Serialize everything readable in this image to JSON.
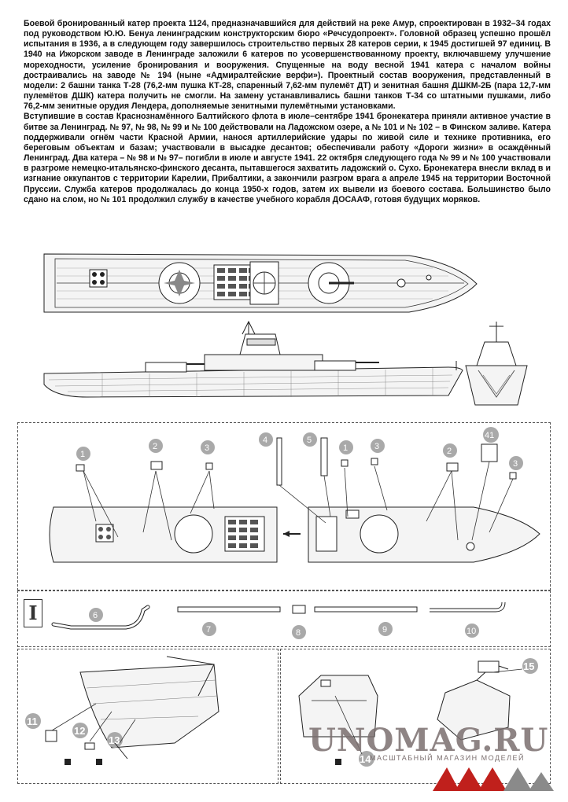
{
  "description_paragraphs": [
    "Боевой бронированный катер проекта 1124, предназначавшийся для действий на реке Амур, спроектирован в 1932–34 годах под руководством Ю.Ю. Бенуа ленинградским конструкторским бюро «Речсудопроект». Головной образец успешно прошёл испытания в 1936, а в следующем году завершилось строительство первых 28 катеров серии, к 1945 достигшей 97 единиц. В 1940 на Ижорском заводе в Ленинграде заложили 6 катеров по усовершенствованному проекту, включавшему улучшение мореходности, усиление бронирования и вооружения. Спущенные на воду весной 1941 катера с началом войны достраивались на заводе № 194 (ныне «Адмиралтейские верфи»). Проектный состав вооружения, представленный в модели: 2 башни танка Т-28 (76,2-мм пушка КТ-28, спаренный 7,62-мм пулемёт ДТ) и зенитная башня ДШКМ-2Б (пара 12,7-мм пулемётов ДШК) катера получить не смогли. На замену устанавливались башни танков Т-34 со штатными пушками, либо 76,2-мм зенитные орудия Лендера, дополняемые зенитными пулемётными установками.",
    "Вступившие в состав Краснознамённого Балтийского флота в июле–сентябре 1941 бронекатера приняли активное участие в битве за Ленинград. № 97, № 98, № 99 и № 100 действовали на Ладожском озере, а № 101 и № 102 – в Финском заливе. Катера поддерживали огнём части Красной Армии, нанося артиллерийские удары по живой силе и технике противника, его береговым объектам и базам; участвовали в высадке десантов; обеспечивали работу «Дороги жизни» в осаждённый Ленинград. Два катера – № 98 и № 97– погибли в июле и августе 1941. 22 октября следующего года № 99 и № 100 участвовали в разгроме немецко-итальянско-финского десанта, пытавшегося захватить ладожский о. Сухо. Бронекатера внесли вклад в и изгнание оккупантов с территории Карелии, Прибалтики, а закончили разгром врага а апреле 1945 на территории Восточной Пруссии. Служба катеров продолжалась до конца 1950-х годов, затем их вывели из боевого состава. Большинство было сдано на слом, но № 101 продолжил службу в качестве учебного корабля ДОСААФ, готовя будущих моряков."
  ],
  "step_roman": "I",
  "parts": {
    "p1": "1",
    "p2": "2",
    "p3": "3",
    "p4": "4",
    "p5": "5",
    "p41": "41",
    "p6": "6",
    "p7": "7",
    "p8": "8",
    "p9": "9",
    "p10": "10",
    "p11": "11",
    "p12": "12",
    "p13": "13",
    "p14": "14",
    "p15": "15"
  },
  "logo": {
    "name": "UNOMAG.RU",
    "tagline": "МАСШТАБНЫЙ МАГАЗИН МОДЕЛЕЙ"
  },
  "colors": {
    "part_badge": "#a9a9a9",
    "logo_red": "#c0201c",
    "logo_text": "#7b6f6f"
  }
}
